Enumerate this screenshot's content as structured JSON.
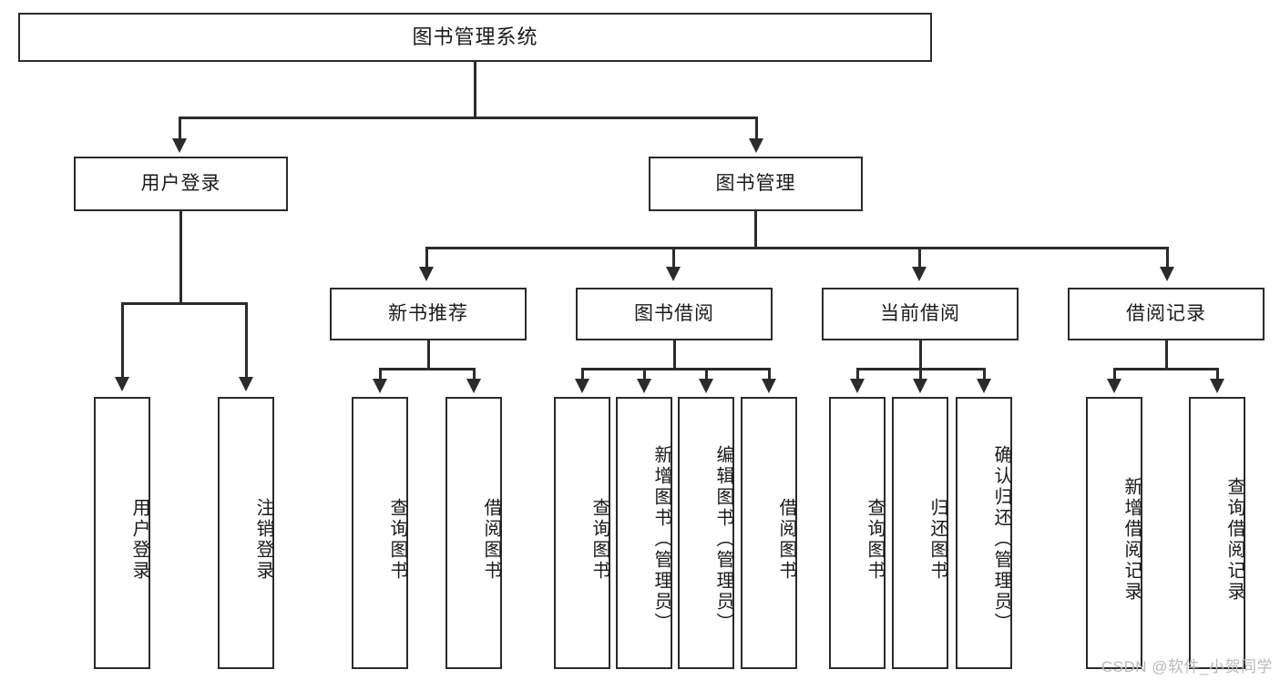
{
  "diagram": {
    "title": "图书管理系统",
    "type": "hierarchy-tree",
    "root": {
      "label": "图书管理系统"
    },
    "level2": [
      {
        "id": "user-login",
        "label": "用户登录"
      },
      {
        "id": "book-management",
        "label": "图书管理"
      }
    ],
    "level3": [
      {
        "id": "new-book-recommend",
        "label": "新书推荐",
        "parent": "book-management"
      },
      {
        "id": "book-borrow",
        "label": "图书借阅",
        "parent": "book-management"
      },
      {
        "id": "current-borrow",
        "label": "当前借阅",
        "parent": "book-management"
      },
      {
        "id": "borrow-record",
        "label": "借阅记录",
        "parent": "book-management"
      }
    ],
    "leaves": [
      {
        "id": "leaf-user-login",
        "label": "用户登录",
        "parent": "user-login"
      },
      {
        "id": "leaf-logout-login",
        "label": "注销登录",
        "parent": "user-login"
      },
      {
        "id": "leaf-query-book-1",
        "label": "查询图书",
        "parent": "new-book-recommend"
      },
      {
        "id": "leaf-borrow-book-1",
        "label": "借阅图书",
        "parent": "new-book-recommend"
      },
      {
        "id": "leaf-query-book-2",
        "label": "查询图书",
        "parent": "book-borrow"
      },
      {
        "id": "leaf-add-book",
        "label": "新增图书（管理员）",
        "parent": "book-borrow"
      },
      {
        "id": "leaf-edit-book",
        "label": "编辑图书（管理员）",
        "parent": "book-borrow"
      },
      {
        "id": "leaf-borrow-book-2",
        "label": "借阅图书",
        "parent": "book-borrow"
      },
      {
        "id": "leaf-query-book-3",
        "label": "查询图书",
        "parent": "current-borrow"
      },
      {
        "id": "leaf-return-book",
        "label": "归还图书",
        "parent": "current-borrow"
      },
      {
        "id": "leaf-confirm-return",
        "label": "确认归还（管理员）",
        "parent": "current-borrow"
      },
      {
        "id": "leaf-add-record",
        "label": "新增借阅记录",
        "parent": "borrow-record"
      },
      {
        "id": "leaf-query-record",
        "label": "查询借阅记录",
        "parent": "borrow-record"
      }
    ]
  },
  "watermark": {
    "text": "CSDN @软件_小贺同学"
  },
  "colors": {
    "line": "#2b2b2b",
    "box_border": "#2b2b2b",
    "box_fill": "#ffffff",
    "text": "#1a1a1a",
    "watermark": "#b9b9b9",
    "background": "#ffffff"
  }
}
